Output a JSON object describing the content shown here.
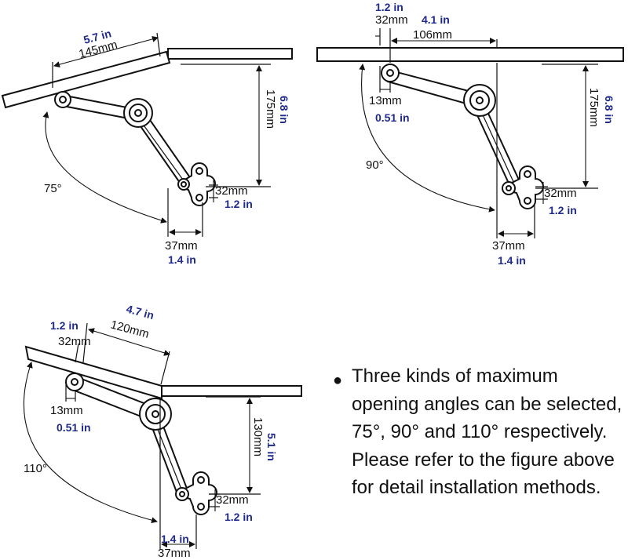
{
  "figures": {
    "fig75": {
      "angle": "75°",
      "lid_mm": "145mm",
      "lid_in": "5.7 in",
      "height_mm": "175mm",
      "height_in": "6.8 in",
      "base_h_mm": "32mm",
      "base_h_in": "1.2 in",
      "base_w_mm": "37mm",
      "base_w_in": "1.4 in"
    },
    "fig90": {
      "angle": "90°",
      "offset_in": "1.2 in",
      "offset_mm": "32mm",
      "lid_in": "4.1 in",
      "lid_mm": "106mm",
      "pivot_mm": "13mm",
      "pivot_in": "0.51 in",
      "height_mm": "175mm",
      "height_in": "6.8 in",
      "base_h_mm": "32mm",
      "base_h_in": "1.2 in",
      "base_w_mm": "37mm",
      "base_w_in": "1.4 in"
    },
    "fig110": {
      "angle": "110°",
      "offset_in": "1.2 in",
      "offset_mm": "32mm",
      "lid_in": "4.7 in",
      "lid_mm": "120mm",
      "pivot_mm": "13mm",
      "pivot_in": "0.51 in",
      "height_mm": "130mm",
      "height_in": "5.1 in",
      "base_h_mm": "32mm",
      "base_h_in": "1.2 in",
      "base_w_in": "1.4 in",
      "base_w_mm": "37mm"
    }
  },
  "note": {
    "bullet": "●",
    "text": "Three kinds of maximum opening angles can be selected, 75°, 90° and 110° respectively. Please refer to the figure above for detail installation methods."
  }
}
